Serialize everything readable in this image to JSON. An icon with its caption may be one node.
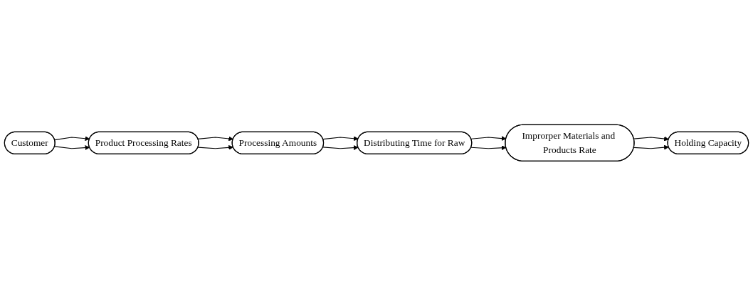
{
  "diagram": {
    "nodes": [
      {
        "text": [
          "Customer"
        ]
      },
      {
        "text": [
          "Product Processing Rates"
        ]
      },
      {
        "text": [
          "Processing Amounts"
        ]
      },
      {
        "text": [
          "Distributing Time for Raw"
        ]
      },
      {
        "text": [
          "Improrper Materials and Products Rate"
        ]
      },
      {
        "text": [
          "Holding Capacity"
        ]
      }
    ],
    "edges": [
      {
        "from": 0,
        "to": 1,
        "arrow": "to"
      },
      {
        "from": 0,
        "to": 1,
        "arrow": "to"
      },
      {
        "from": 1,
        "to": 2,
        "arrow": "to"
      },
      {
        "from": 1,
        "to": 2,
        "arrow": "to"
      },
      {
        "from": 2,
        "to": 3,
        "arrow": "to"
      },
      {
        "from": 2,
        "to": 3,
        "arrow": "to"
      },
      {
        "from": 3,
        "to": 4,
        "arrow": "to"
      },
      {
        "from": 3,
        "to": 4,
        "arrow": "to"
      },
      {
        "from": 4,
        "to": 5,
        "arrow": "to"
      },
      {
        "from": 4,
        "to": 5,
        "arrow": "to"
      }
    ]
  }
}
